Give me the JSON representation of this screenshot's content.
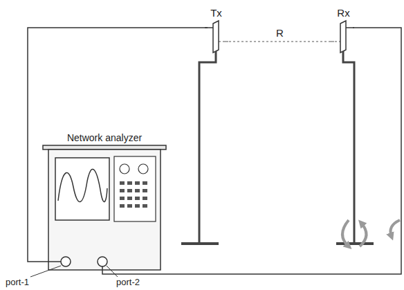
{
  "diagram": {
    "nodes": [
      {
        "text": [
          "Network analyzer"
        ]
      },
      {
        "text": [
          "Tx"
        ]
      },
      {
        "text": [
          "Rx"
        ]
      }
    ],
    "edges": [
      {
        "from": 1,
        "to": 2,
        "label": "R",
        "arrow": "none"
      },
      {
        "from": 0,
        "to": 1,
        "arrow": "none"
      },
      {
        "from": 0,
        "to": 2,
        "arrow": "none"
      }
    ],
    "labels": [
      "port-1",
      "port-2"
    ]
  }
}
